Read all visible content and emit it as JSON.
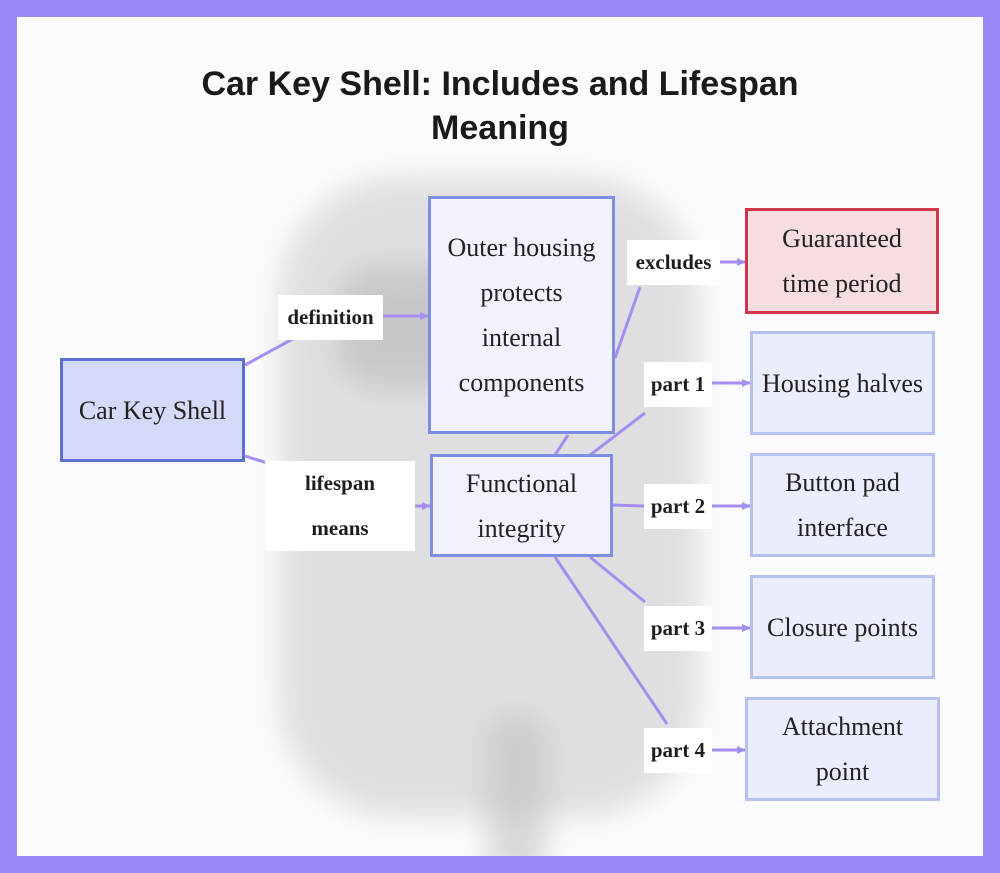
{
  "title": "Car Key Shell: Includes and Lifespan Meaning",
  "colors": {
    "frame": "#9b87f5",
    "edge": "#a48ef0",
    "root_fill": "#d5daf8",
    "root_border": "#5d6fcf",
    "mid_border": "#7d8ee3",
    "leaf_border": "#b7c1f0",
    "warn_fill": "#f6dde0",
    "warn_border": "#d2344a"
  },
  "nodes": {
    "car_key_shell": "Car Key Shell",
    "outer_housing": "Outer housing protects internal components",
    "functional_integrity": "Functional integrity",
    "guaranteed_time": "Guaranteed time period",
    "housing_halves": "Housing halves",
    "button_pad": "Button pad interface",
    "closure_points": "Closure points",
    "attachment_point": "Attachment point"
  },
  "edges": {
    "definition": "definition",
    "lifespan_means": "lifespan means",
    "excludes": "excludes",
    "part1": "part 1",
    "part2": "part 2",
    "part3": "part 3",
    "part4": "part 4"
  }
}
